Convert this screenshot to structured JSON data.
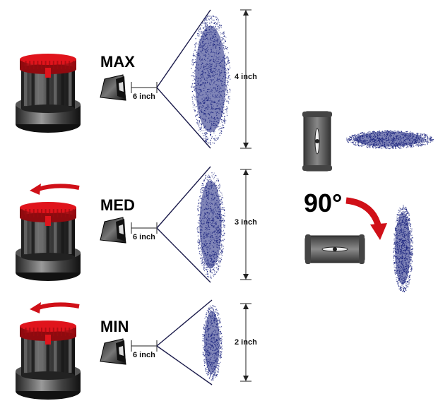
{
  "colors": {
    "cap_red": "#e0141c",
    "cap_red_dark": "#8f0a0f",
    "knob_black": "#2b2b2b",
    "body_grey": "#5c5c5c",
    "spray_blue": "#1a237e",
    "arrow_red": "#d01018",
    "line": "#1a1a4a"
  },
  "rows": [
    {
      "setting": "MAX",
      "distance": "6 inch",
      "height": "4 inch",
      "height_in": 4,
      "arrow": false
    },
    {
      "setting": "MED",
      "distance": "6 inch",
      "height": "3 inch",
      "height_in": 3,
      "arrow": true
    },
    {
      "setting": "MIN",
      "distance": "6 inch",
      "height": "2 inch",
      "height_in": 2,
      "arrow": true
    }
  ],
  "rotation": {
    "label": "90°"
  },
  "icons": [
    "spray-nozzle-icon",
    "adjustment-knob-icon",
    "rotation-arrow-icon"
  ]
}
